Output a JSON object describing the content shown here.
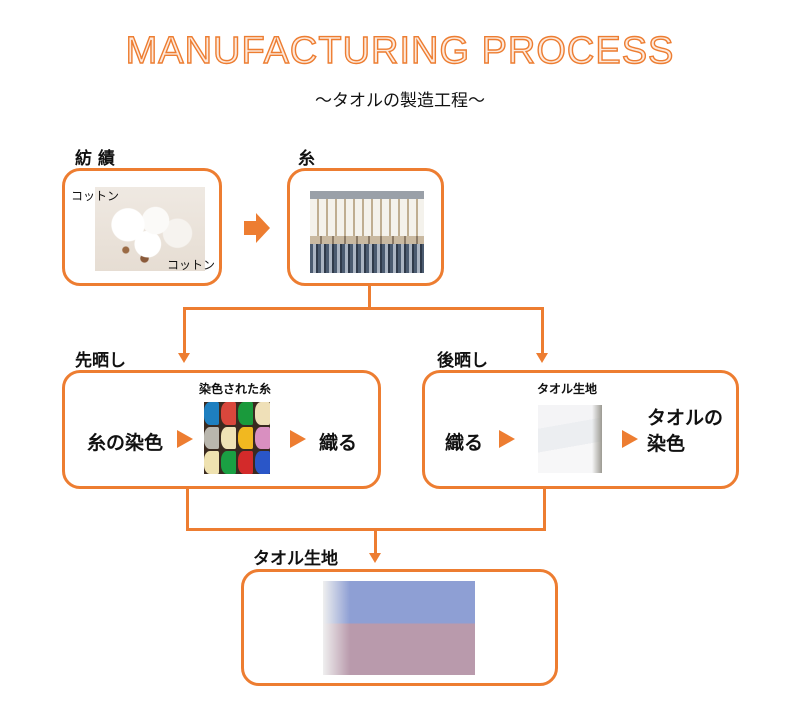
{
  "header": {
    "title": "MANUFACTURING PROCESS",
    "subtitle": "〜タオルの製造工程〜"
  },
  "colors": {
    "accent": "#ED7D31"
  },
  "stages": {
    "spinning": {
      "label": "紡 績",
      "image_caption_top": "コットン",
      "image_caption_bottom": "コットン",
      "image": "cotton-photo"
    },
    "yarn": {
      "label": "糸",
      "image": "spinning-machine-photo"
    },
    "pre_dyeing": {
      "label": "先晒し",
      "step1": "糸の染色",
      "image_caption": "染色された糸",
      "image": "dyed-yarn-cones-photo",
      "step2": "織る"
    },
    "post_dyeing": {
      "label": "後晒し",
      "step1": "織る",
      "image_caption": "タオル生地",
      "image": "white-towel-fabric-photo",
      "step2_line1": "タオルの",
      "step2_line2": "染色"
    },
    "towel_fabric": {
      "label": "タオル生地",
      "image": "folded-towels-photo"
    }
  },
  "cone_colors": [
    "#1e7fc0",
    "#d9473c",
    "#1a9a3c",
    "#efe0b8",
    "#b9b6ad",
    "#efe2b6",
    "#f1b820",
    "#d98fc0",
    "#efe2b0",
    "#1aa043",
    "#d32a2a",
    "#2a56c8"
  ]
}
